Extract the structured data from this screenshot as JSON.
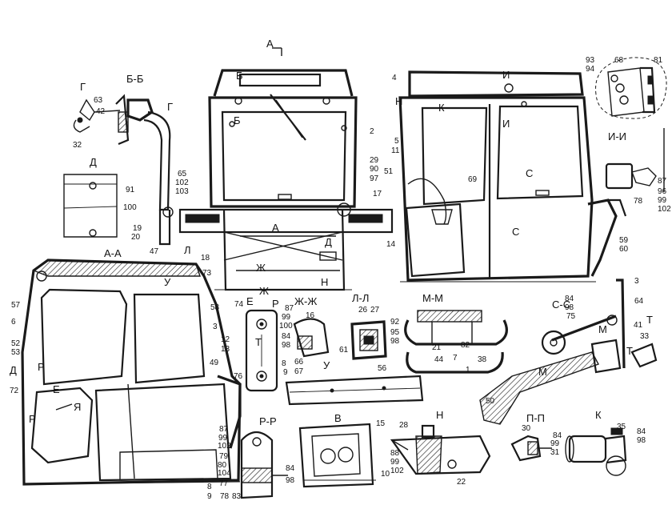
{
  "section_labels": [
    "А",
    "Б-Б",
    "Г",
    "Г",
    "Б",
    "Б",
    "Д",
    "А-А",
    "И",
    "И",
    "К",
    "Н",
    "И-И",
    "С",
    "С",
    "А",
    "Д",
    "Л",
    "Ж",
    "Н",
    "У",
    "Е",
    "Ж",
    "Р",
    "Ж-Ж",
    "Л-Л",
    "М-М",
    "С-С",
    "Т",
    "Т",
    "М",
    "М",
    "Д",
    "Р",
    "Е",
    "Р",
    "Я",
    "Р-Р",
    "В",
    "Н",
    "П-П",
    "К",
    "У",
    "Т"
  ],
  "part_numbers": [
    "63",
    "42",
    "32",
    "91",
    "100",
    "65",
    "102",
    "103",
    "19",
    "20",
    "2",
    "29",
    "90",
    "97",
    "17",
    "18",
    "73",
    "74",
    "4",
    "5",
    "11",
    "51",
    "69",
    "14",
    "59",
    "60",
    "93",
    "94",
    "68",
    "81",
    "87",
    "96",
    "99",
    "102",
    "78",
    "47",
    "57",
    "58",
    "3",
    "6",
    "12",
    "13",
    "52",
    "53",
    "49",
    "72",
    "87",
    "99",
    "100",
    "84",
    "98",
    "76",
    "8",
    "9",
    "16",
    "26",
    "27",
    "92",
    "95",
    "98",
    "61",
    "66",
    "67",
    "56",
    "21",
    "82",
    "44",
    "7",
    "38",
    "1",
    "3",
    "84",
    "98",
    "75",
    "64",
    "41",
    "33",
    "50",
    "87",
    "99",
    "102",
    "79",
    "80",
    "104",
    "77",
    "8",
    "9",
    "78",
    "83",
    "84",
    "98",
    "15",
    "10",
    "28",
    "88",
    "99",
    "102",
    "22",
    "30",
    "84",
    "99",
    "31",
    "35",
    "84",
    "98"
  ]
}
